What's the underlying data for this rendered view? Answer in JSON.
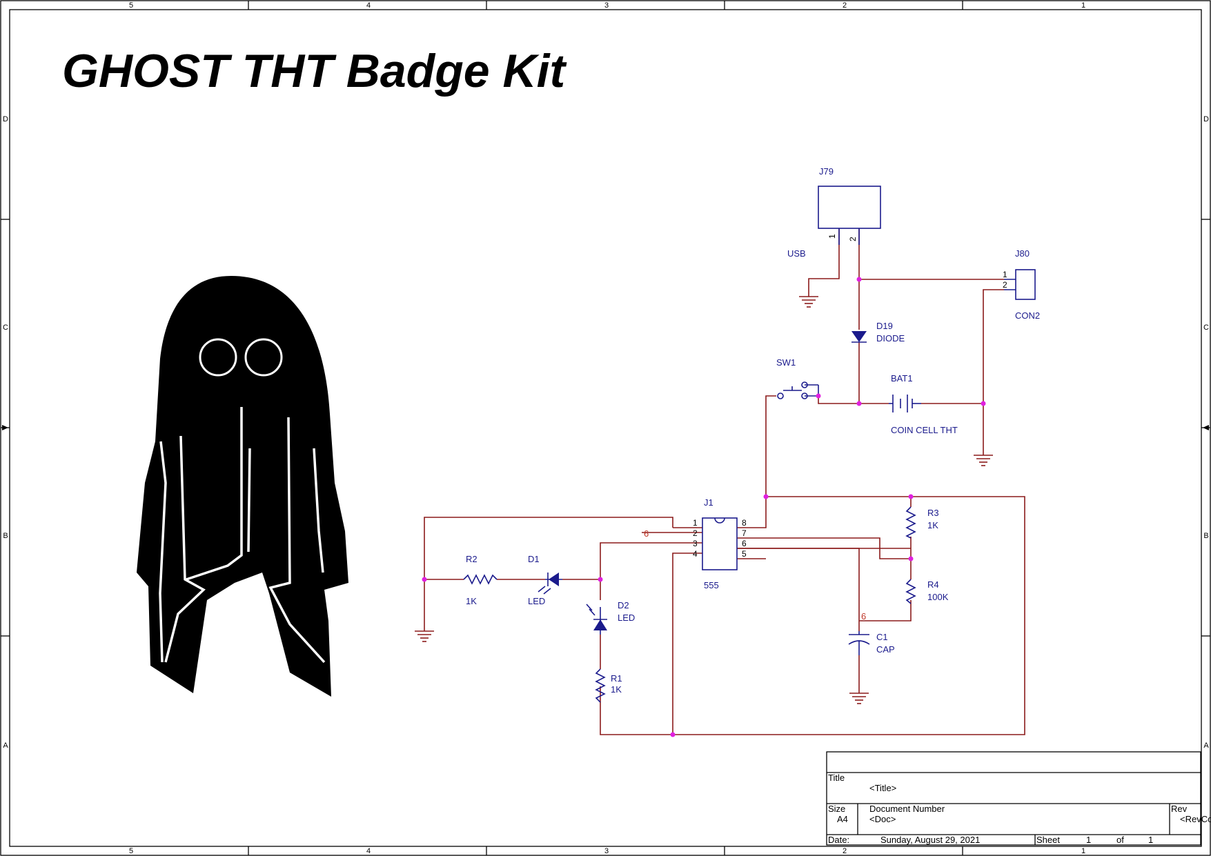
{
  "sheet_title": "GHOST THT Badge Kit",
  "zones": {
    "columns": [
      "5",
      "4",
      "3",
      "2",
      "1"
    ],
    "rows": [
      "D",
      "C",
      "B",
      "A"
    ]
  },
  "components": {
    "j79": {
      "ref": "J79",
      "value": "USB",
      "pin1": "1",
      "pin2": "2"
    },
    "j80": {
      "ref": "J80",
      "value": "CON2",
      "pin1": "1",
      "pin2": "2"
    },
    "d19": {
      "ref": "D19",
      "value": "DIODE"
    },
    "sw1": {
      "ref": "SW1"
    },
    "bat1": {
      "ref": "BAT1",
      "value": "COIN CELL THT"
    },
    "j1": {
      "ref": "J1",
      "value": "555",
      "pins_left": [
        "1",
        "2",
        "3",
        "4"
      ],
      "pins_right": [
        "8",
        "7",
        "6",
        "5"
      ]
    },
    "r2": {
      "ref": "R2",
      "value": "1K"
    },
    "d1": {
      "ref": "D1",
      "value": "LED"
    },
    "d2": {
      "ref": "D2",
      "value": "LED"
    },
    "r1": {
      "ref": "R1",
      "value": "1K"
    },
    "r3": {
      "ref": "R3",
      "value": "1K"
    },
    "r4": {
      "ref": "R4",
      "value": "100K"
    },
    "c1": {
      "ref": "C1",
      "value": "CAP"
    }
  },
  "net_labels": {
    "pin2_net": "6",
    "cap_net": "6"
  },
  "title_block": {
    "title_label": "Title",
    "title_value": "<Title>",
    "size_label": "Size",
    "size_value": "A4",
    "docnum_label": "Document Number",
    "docnum_value": "<Doc>",
    "rev_label": "Rev",
    "rev_value": "<RevCode>",
    "date_label": "Date:",
    "date_value": "Sunday, August 29, 2021",
    "sheet_label": "Sheet",
    "sheet_value": "1",
    "of_label": "of",
    "of_value": "1"
  },
  "colors": {
    "wire": "#8b1a1a",
    "component": "#1a1a8c",
    "junction": "#e020e0",
    "net_label": "#c0392b"
  }
}
